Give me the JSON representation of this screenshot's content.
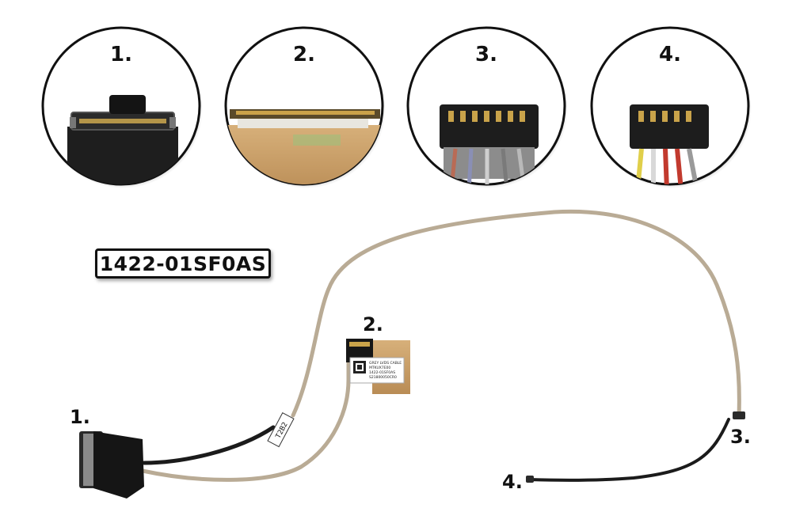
{
  "part_number": "1422-01SF0AS",
  "circles": [
    {
      "label": "1."
    },
    {
      "label": "2."
    },
    {
      "label": "3."
    },
    {
      "label": "4."
    }
  ],
  "cable_labels": {
    "connector_1": "1.",
    "connector_2": "2.",
    "connector_3": "3.",
    "connector_4": "4."
  },
  "sticker_lines": [
    "GREY LVDS CABLE",
    "MTKUX7E00",
    "1422-01SF0AS",
    "S21800050CR0"
  ],
  "tag_text": "T2B2",
  "colors": {
    "cable": "#b9ab95",
    "cable_dark": "#1b1b1b",
    "tape": "#c59a62",
    "connector": "#2a2a2a",
    "pins_gold": "#c9a34a"
  }
}
